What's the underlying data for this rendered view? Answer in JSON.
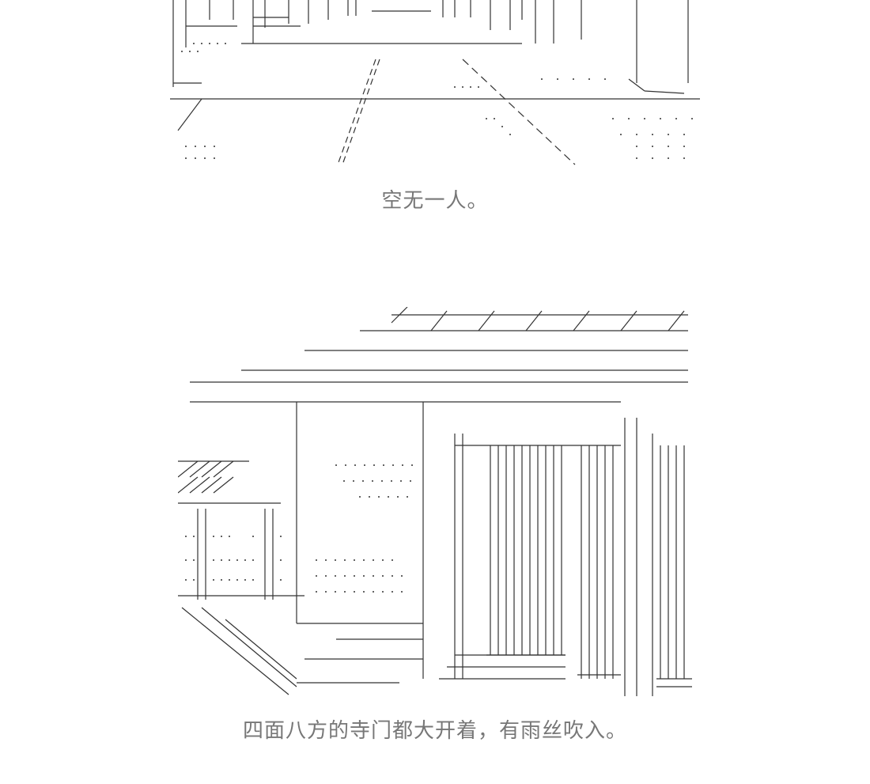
{
  "panels": [
    {
      "caption": "空无一人。",
      "illustration": "ascii-art-empty-street"
    },
    {
      "caption": "四面八方的寺门都大开着，有雨丝吹入。",
      "illustration": "ascii-art-temple-gate-rain"
    }
  ],
  "colors": {
    "caption_text": "#777777",
    "art_stroke": "#333333",
    "background": "#ffffff"
  }
}
